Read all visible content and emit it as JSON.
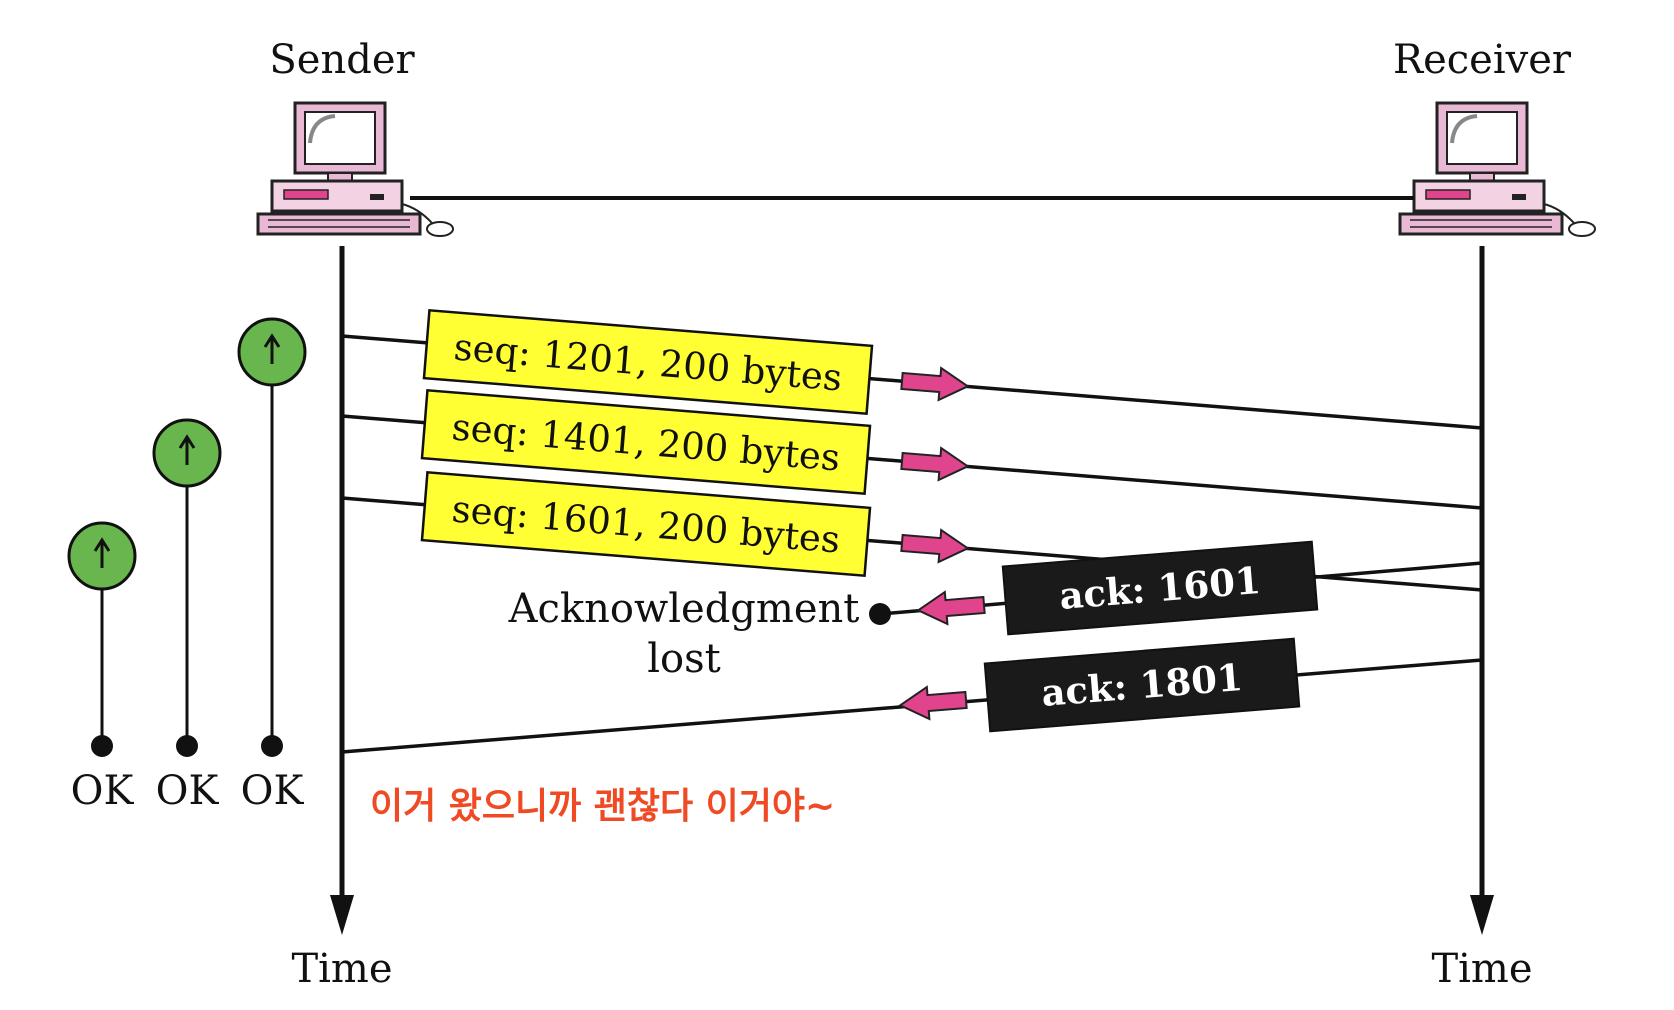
{
  "diagram": {
    "sender_label": "Sender",
    "receiver_label": "Receiver",
    "time_label_left": "Time",
    "time_label_right": "Time",
    "segments": [
      {
        "label": "seq: 1201, 200 bytes"
      },
      {
        "label": "seq: 1401, 200 bytes"
      },
      {
        "label": "seq: 1601, 200 bytes"
      }
    ],
    "acks": [
      {
        "label": "ack: 1601",
        "status": "lost"
      },
      {
        "label": "ack: 1801",
        "status": "delivered"
      }
    ],
    "lost_note_line1": "Acknowledgment",
    "lost_note_line2": "lost",
    "timer_labels": [
      "OK",
      "OK",
      "OK"
    ],
    "annotation": "이거 왔으니까 괜찮다 이거야~",
    "colors": {
      "segment_box": "#ffff33",
      "ack_box": "#1a1a1a",
      "arrow": "#e0448c",
      "timer": "#6ab64e",
      "computer": "#e8b8d4",
      "annotation": "#ef4a23"
    },
    "icons": [
      "computer-icon",
      "timer-icon",
      "right-arrow-icon",
      "left-arrow-icon"
    ]
  }
}
